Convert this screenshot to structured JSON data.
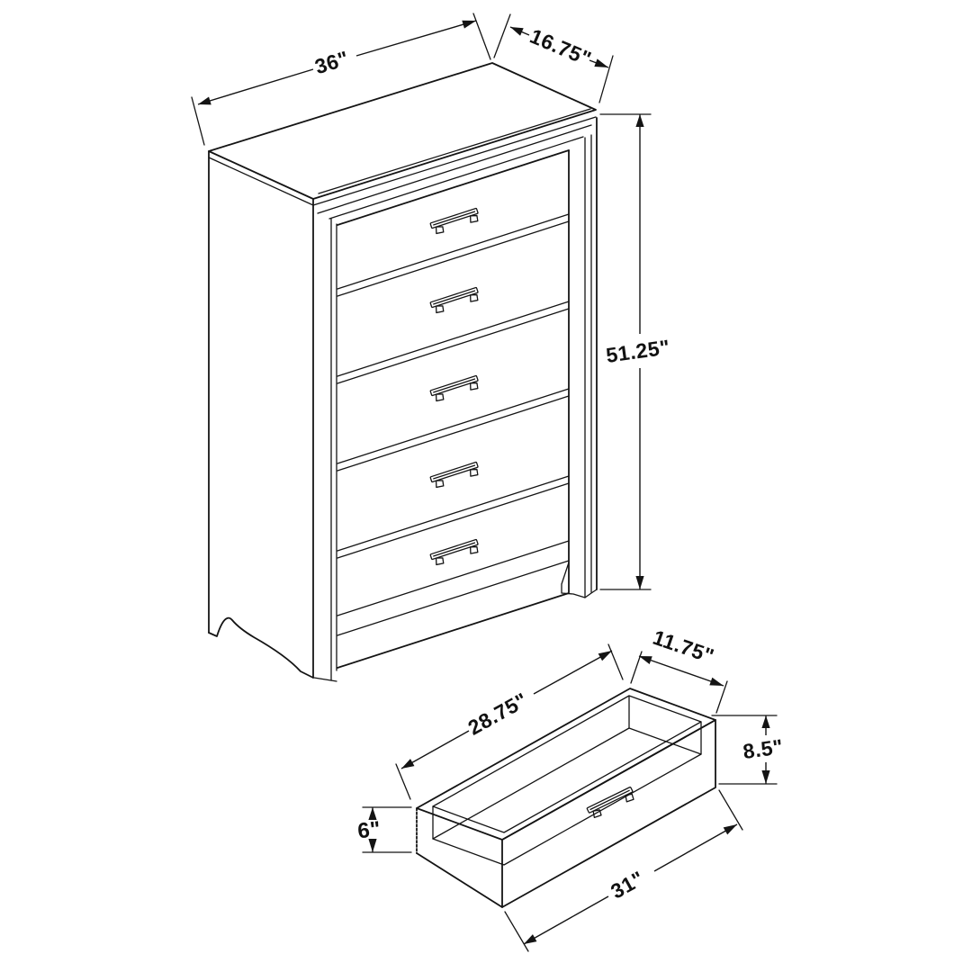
{
  "page": {
    "background_color": "#ffffff",
    "line_color": "#141414"
  },
  "diagram": {
    "kind": "furniture-dimension-line-drawing",
    "subject": "5-drawer chest with detached drawer box",
    "chest": {
      "view_name": "chest isometric view",
      "drawer_count": 5,
      "dimensions": {
        "width": "36\"",
        "depth": "16.75\"",
        "height": "51.25\""
      }
    },
    "drawer": {
      "view_name": "drawer box isometric view",
      "dimensions": {
        "interior_length": "28.75\"",
        "interior_width": "11.75\"",
        "front_height": "8.5\"",
        "side_height": "6\"",
        "front_width": "31\""
      }
    }
  }
}
